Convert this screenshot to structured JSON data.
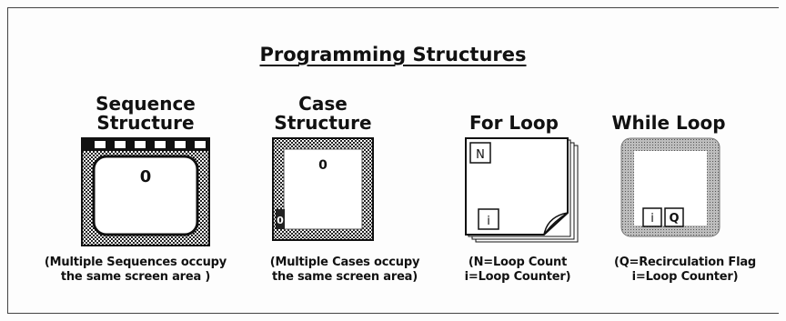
{
  "title": "Programming Structures",
  "structures": [
    {
      "heading_line1": "Sequence",
      "heading_line2": "Structure",
      "frame_label": "0",
      "caption_line1": "(Multiple Sequences occupy",
      "caption_line2": "the same screen area )"
    },
    {
      "heading_line1": "Case",
      "heading_line2": "Structure",
      "frame_label": "0",
      "selector_label": "0",
      "caption_line1": "(Multiple Cases occupy",
      "caption_line2": "the same screen area)"
    },
    {
      "heading_line1": "For Loop",
      "count_terminal": "N",
      "index_terminal": "i",
      "caption_line1": "(N=Loop Count",
      "caption_line2": "i=Loop Counter)"
    },
    {
      "heading_line1": "While Loop",
      "index_terminal": "i",
      "condition_terminal": "Q",
      "caption_line1": "(Q=Recirculation Flag",
      "caption_line2": "i=Loop Counter)"
    }
  ]
}
